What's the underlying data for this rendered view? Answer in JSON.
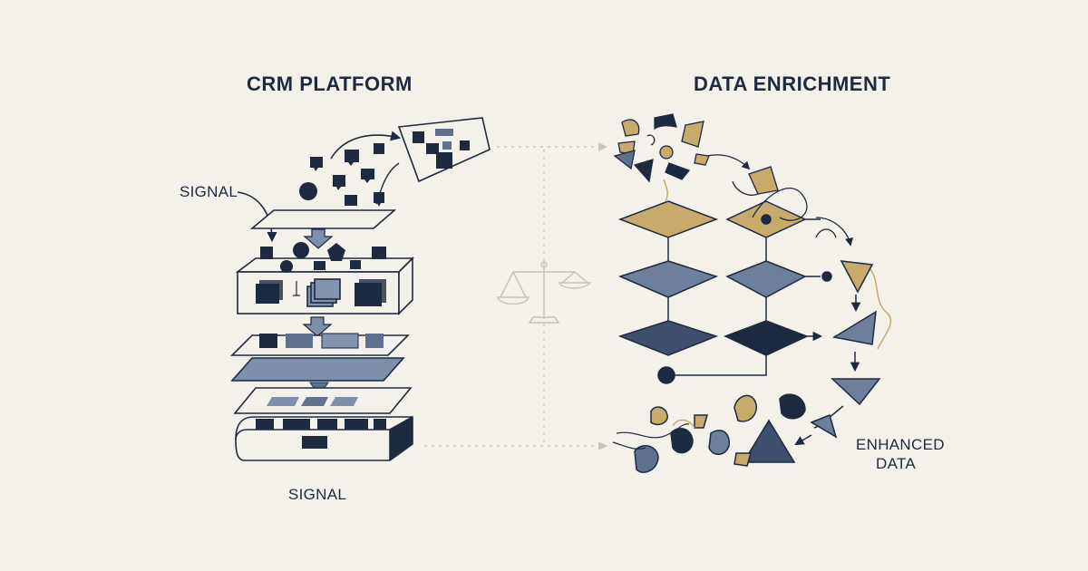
{
  "left": {
    "title": "CRM PLATFORM",
    "signal_label_top": "SIGNAL",
    "signal_label_bottom": "SIGNAL"
  },
  "right": {
    "title": "DATA ENRICHMENT",
    "output_label_line1": "ENHANCED",
    "output_label_line2": "DATA"
  },
  "center": {
    "icon": "balance-scale-icon"
  },
  "colors": {
    "background": "#f4f1ea",
    "navy": "#1d2a40",
    "slate": "#5f7191",
    "gold": "#c8ab6c",
    "light_slate": "#8394b0",
    "dotted_connector": "#c9c3b8"
  }
}
